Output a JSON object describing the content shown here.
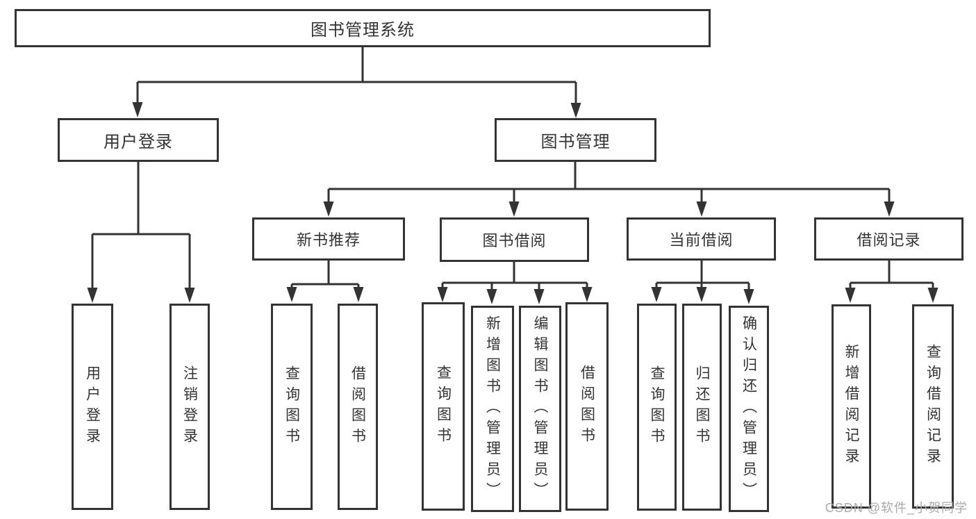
{
  "diagram": {
    "title": "图书管理系统",
    "colors": {
      "line": "#333333",
      "text": "#333333",
      "background": "#ffffff",
      "watermark": "#aaaaaa"
    },
    "level2": [
      {
        "label": "用户登录"
      },
      {
        "label": "图书管理"
      }
    ],
    "level3": [
      {
        "label": "新书推荐",
        "parent": "图书管理"
      },
      {
        "label": "图书借阅",
        "parent": "图书管理"
      },
      {
        "label": "当前借阅",
        "parent": "图书管理"
      },
      {
        "label": "借阅记录",
        "parent": "图书管理"
      }
    ],
    "leaves": [
      {
        "label": "用户登录",
        "parent": "用户登录"
      },
      {
        "label": "注销登录",
        "parent": "用户登录"
      },
      {
        "label": "查询图书",
        "parent": "新书推荐"
      },
      {
        "label": "借阅图书",
        "parent": "新书推荐"
      },
      {
        "label": "查询图书",
        "parent": "图书借阅"
      },
      {
        "label": "新增图书（管理员）",
        "parent": "图书借阅"
      },
      {
        "label": "编辑图书（管理员）",
        "parent": "图书借阅"
      },
      {
        "label": "借阅图书",
        "parent": "图书借阅"
      },
      {
        "label": "查询图书",
        "parent": "当前借阅"
      },
      {
        "label": "归还图书",
        "parent": "当前借阅"
      },
      {
        "label": "确认归还（管理员）",
        "parent": "当前借阅"
      },
      {
        "label": "新增借阅记录",
        "parent": "借阅记录"
      },
      {
        "label": "查询借阅记录",
        "parent": "借阅记录"
      }
    ]
  },
  "watermark": {
    "text": "CSDN @软件_小贺同学"
  }
}
